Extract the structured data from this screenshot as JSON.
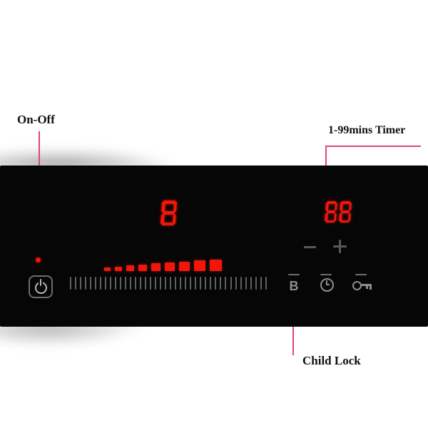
{
  "colors": {
    "led_red": "#f2150a",
    "annotation_pink": "#e0457b",
    "panel_black": "#060606"
  },
  "annotations": {
    "on_off": {
      "label": "On-Off"
    },
    "timer": {
      "label": "1-99mins Timer"
    },
    "child_lock": {
      "label": "Child Lock"
    }
  },
  "panel": {
    "main_display": {
      "value": "8"
    },
    "timer_display": {
      "value": "88"
    },
    "minus_label": "−",
    "plus_label": "+",
    "boost_button": {
      "label": "B"
    },
    "power_level": {
      "segments_lit": 9
    },
    "slider": {
      "tick_count": 40
    },
    "icons": {
      "power": "power-icon",
      "timer": "timer-clock-icon",
      "lock": "key-lock-icon",
      "indicator": "power-indicator-dot"
    }
  }
}
